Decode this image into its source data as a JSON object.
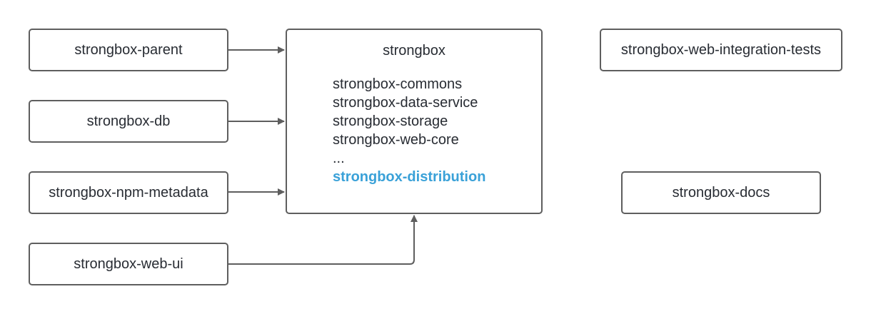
{
  "left_nodes": [
    {
      "id": "parent",
      "label": "strongbox-parent"
    },
    {
      "id": "db",
      "label": "strongbox-db"
    },
    {
      "id": "npm-metadata",
      "label": "strongbox-npm-metadata"
    },
    {
      "id": "web-ui",
      "label": "strongbox-web-ui"
    }
  ],
  "main": {
    "title": "strongbox",
    "modules": [
      "strongbox-commons",
      "strongbox-data-service",
      "strongbox-storage",
      "strongbox-web-core",
      "...",
      "strongbox-distribution"
    ],
    "highlighted_module": "strongbox-distribution"
  },
  "right_nodes": [
    {
      "id": "web-integration-tests",
      "label": "strongbox-web-integration-tests"
    },
    {
      "id": "docs",
      "label": "strongbox-docs"
    }
  ],
  "edges": [
    {
      "from": "strongbox-parent",
      "to": "strongbox"
    },
    {
      "from": "strongbox-db",
      "to": "strongbox"
    },
    {
      "from": "strongbox-npm-metadata",
      "to": "strongbox"
    },
    {
      "from": "strongbox-web-ui",
      "to": "strongbox"
    }
  ],
  "colors": {
    "border": "#5e5e5e",
    "text": "#282c33",
    "highlight": "#3aa1d8",
    "background": "#ffffff"
  }
}
